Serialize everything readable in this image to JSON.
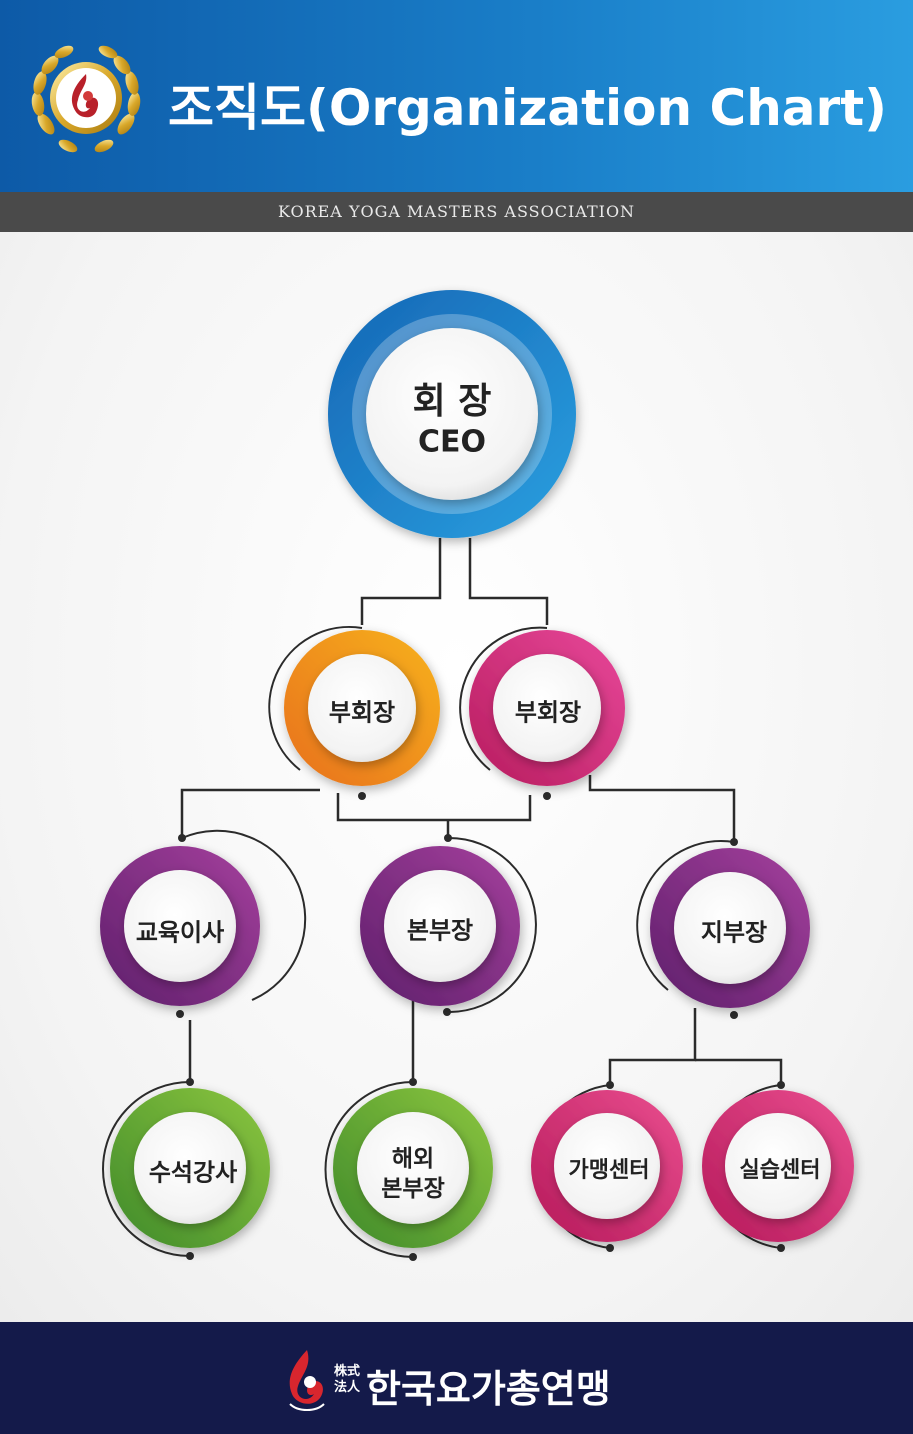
{
  "header": {
    "title": "조직도(Organization Chart)",
    "subtitle": "KOREA YOGA MASTERS ASSOCIATION"
  },
  "nodes": {
    "ceo_ko": "회 장",
    "ceo_en": "CEO",
    "vp1": "부회장",
    "vp2": "부회장",
    "edu": "교육이사",
    "hq": "본부장",
    "branch": "지부장",
    "lead": "수석강사",
    "overseas_1": "해외",
    "overseas_2": "본부장",
    "franchise": "가맹센터",
    "practice": "실습센터"
  },
  "footer": {
    "small_1": "株式",
    "small_2": "法人",
    "name": "한국요가총연맹"
  },
  "colors": {
    "blue": "#1a7fc9",
    "orange": "#f39a1a",
    "magenta": "#d62f7e",
    "purple": "#8a2e8a",
    "green": "#6fae35",
    "pink": "#d8357a",
    "navy": "#141a4a"
  }
}
